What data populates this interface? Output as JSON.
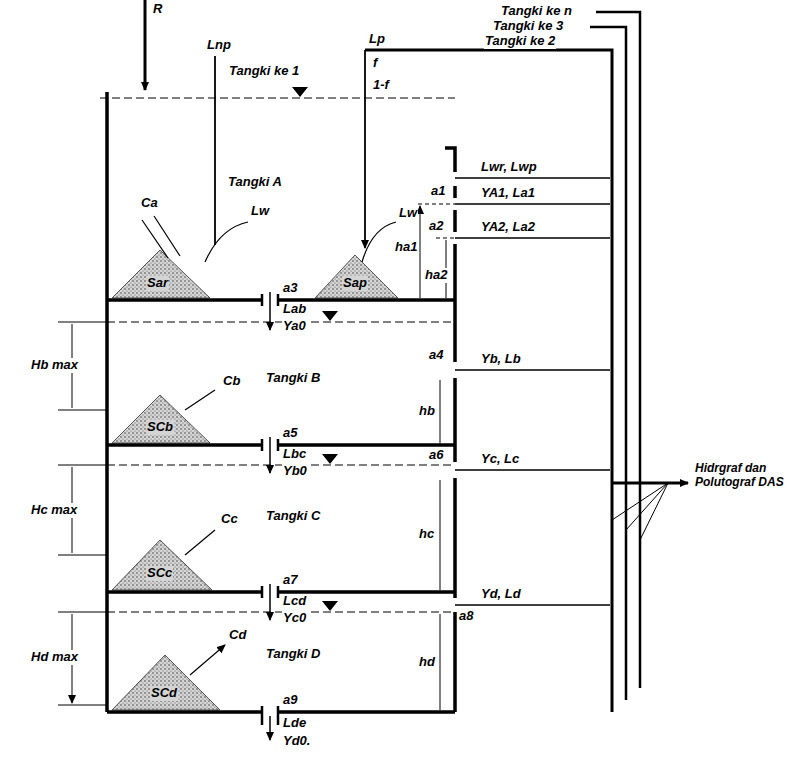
{
  "diagram": {
    "nodes": [
      {
        "text": [
          "Tangki A"
        ]
      },
      {
        "text": [
          "Tangki B"
        ]
      },
      {
        "text": [
          "Tangki C"
        ]
      },
      {
        "text": [
          "Tangki D"
        ]
      }
    ],
    "edges": [
      {
        "from": 0,
        "to": 1,
        "arrow": "to",
        "label": "Lab"
      },
      {
        "from": 1,
        "to": 2,
        "arrow": "to",
        "label": "Lbc"
      },
      {
        "from": 2,
        "to": 3,
        "arrow": "to",
        "label": "Lcd"
      }
    ],
    "labels": [
      "Tangki ke n",
      "Tangki ke 3",
      "Tangki ke 2",
      "R",
      "Lnp",
      "Lp",
      "Tangki ke 1",
      "f",
      "1-f",
      "Lwr, Lwp",
      "a1",
      "YA1, La1",
      "Lw",
      "Ca",
      "Lw",
      "ha1",
      "a2",
      "YA2, La2",
      "ha2",
      "Sar",
      "Sap",
      "a3",
      "Ya0",
      "Hb max",
      "Cb",
      "SCb",
      "a4",
      "Yb, Lb",
      "hb",
      "a5",
      "Yb0",
      "Hc max",
      "Cc",
      "SCc",
      "a6",
      "Yc, Lc",
      "hc",
      "a7",
      "Yc0",
      "Hd max",
      "Cd",
      "SCd",
      "a8",
      "Yd, Ld",
      "hd",
      "a9",
      "Lde",
      "Yd0.",
      "Hidrgraf dan Polutograf DAS"
    ]
  }
}
